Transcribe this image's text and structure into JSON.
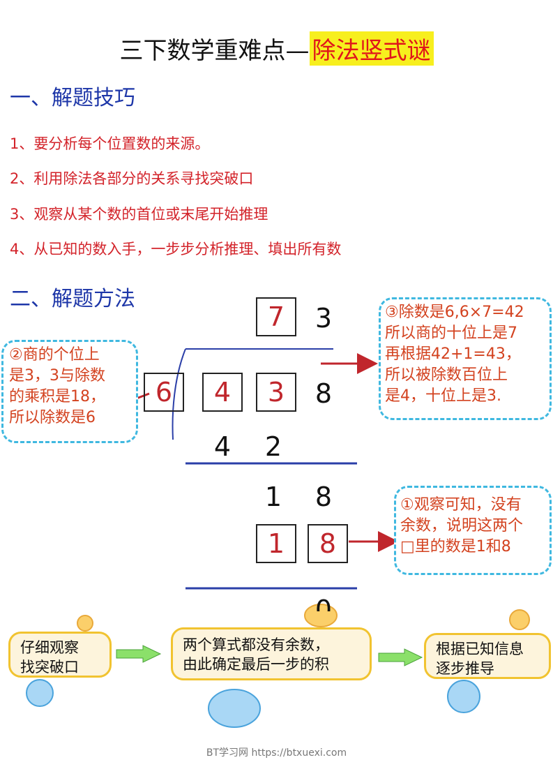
{
  "title": {
    "main": "三下数学重难点—",
    "highlight": "除法竖式谜"
  },
  "section1": {
    "heading": "一、解题技巧"
  },
  "tips": [
    "1、要分析每个位置数的来源。",
    "2、利用除法各部分的关系寻找突破口",
    "3、观察从某个数的首位或末尾开始推理",
    "4、从已知的数入手，一步步分析推理、填出所有数"
  ],
  "section2": {
    "heading": "二、解题方法"
  },
  "division": {
    "quotient_tens": "7",
    "quotient_ones": "3",
    "divisor": "6",
    "dividend_hundreds": "4",
    "dividend_tens": "3",
    "dividend_ones": "8",
    "product1_a": "4",
    "product1_b": "2",
    "remainder1_a": "1",
    "remainder1_b": "8",
    "product2_a": "1",
    "product2_b": "8",
    "final": "0"
  },
  "notes": {
    "left": [
      "②商的个位上",
      "是3，3与除数",
      "的乘积是18，",
      "所以除数是6"
    ],
    "right_top": [
      "③除数是6,6×7=42",
      "所以商的十位上是7",
      "再根据42+1=43，",
      "所以被除数百位上",
      "是4，十位上是3."
    ],
    "right_bottom": [
      "①观察可知，没有",
      "余数，说明这两个",
      "□里的数是1和8"
    ]
  },
  "flow": [
    [
      "仔细观察",
      "找突破口"
    ],
    [
      "两个算式都没有余数，",
      "由此确定最后一步的积"
    ],
    [
      "根据已知信息",
      "逐步推导"
    ]
  ],
  "colors": {
    "title_highlight_bg": "#f7ef1e",
    "title_highlight_text": "#e0151b",
    "section": "#1d36a8",
    "tips": "#d3232a",
    "note_border": "#3fb8e0",
    "arrow": "#c0262c",
    "rule_line": "#2b3fa8"
  },
  "footer": "BT学习网 https://btxuexi.com"
}
